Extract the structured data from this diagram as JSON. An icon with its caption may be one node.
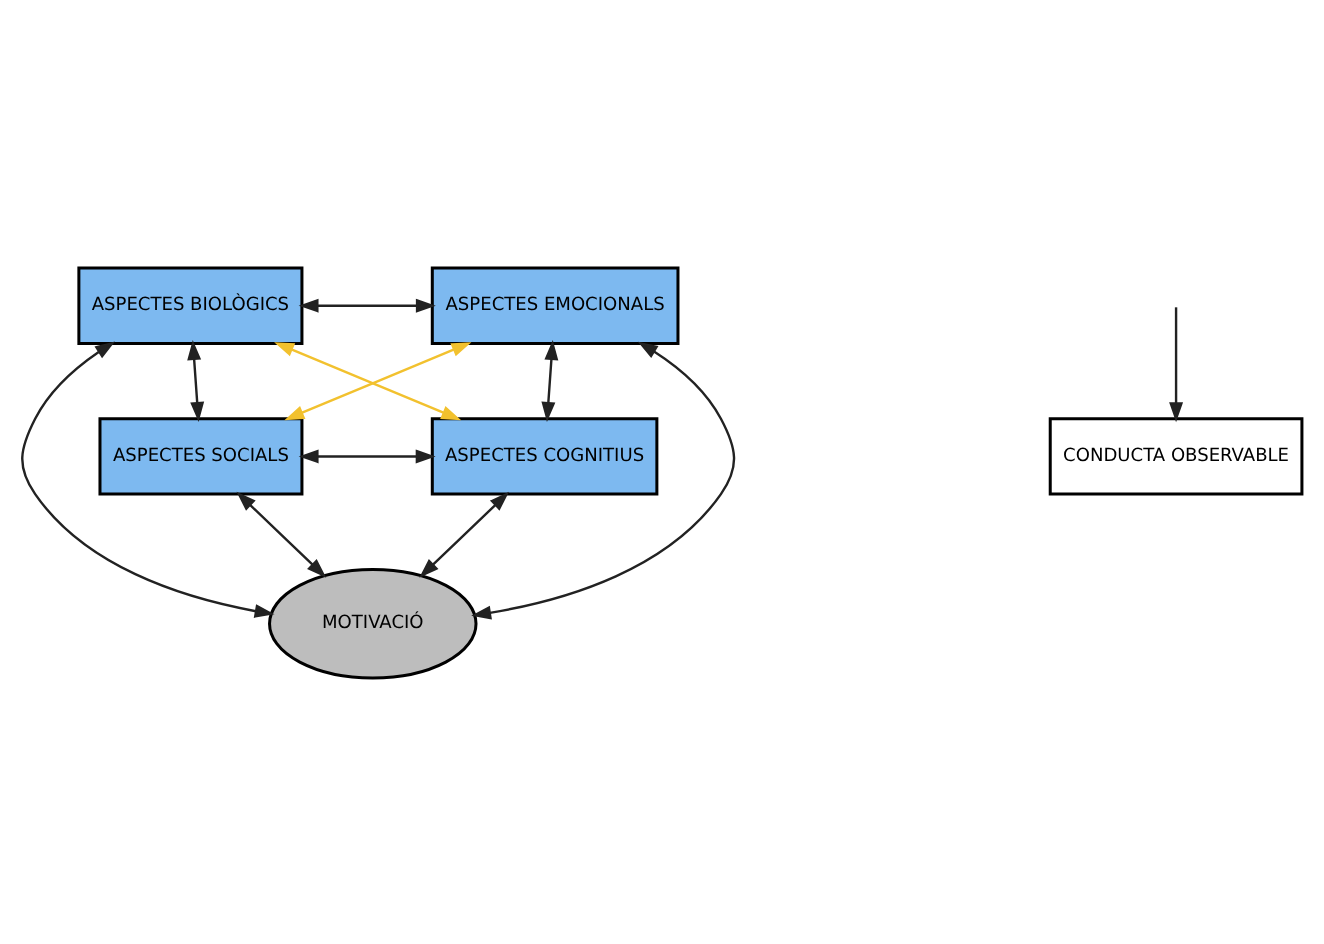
{
  "diagram": {
    "nodes": [
      {
        "text": [
          "ASPECTES BIOLÒGICS"
        ]
      },
      {
        "text": [
          "ASPECTES EMOCIONALS"
        ]
      },
      {
        "text": [
          "MOTIVACIÓ"
        ]
      },
      {
        "text": [
          "ASPECTES SOCIALS"
        ]
      },
      {
        "text": [
          "ASPECTES COGNITIUS"
        ]
      },
      {
        "text": [
          "CONDUCTA OBSERVABLE"
        ]
      }
    ],
    "edges": [
      {
        "from": 0,
        "to": 1,
        "arrow": "both"
      },
      {
        "from": 0,
        "to": 2,
        "arrow": "both"
      },
      {
        "from": 1,
        "to": 2,
        "arrow": "both"
      },
      {
        "from": 0,
        "to": 3,
        "arrow": "both"
      },
      {
        "from": 1,
        "to": 4,
        "arrow": "both"
      },
      {
        "from": 3,
        "to": 2,
        "arrow": "both"
      },
      {
        "from": 4,
        "to": 2,
        "arrow": "both"
      },
      {
        "from": 3,
        "to": 4,
        "arrow": "both"
      },
      {
        "from": 0,
        "to": 4,
        "arrow": "both",
        "color": "#f2c12e"
      },
      {
        "from": 1,
        "to": 3,
        "arrow": "both",
        "color": "#f2c12e"
      },
      {
        "from": null,
        "to": 5,
        "arrow": "to"
      }
    ]
  }
}
